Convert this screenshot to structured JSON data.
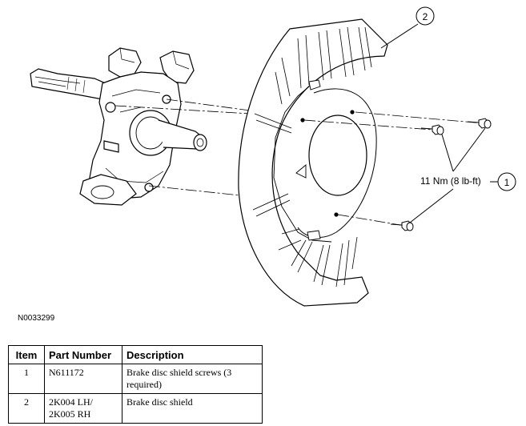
{
  "figure": {
    "id": "N0033299",
    "callouts": [
      {
        "number": "2"
      },
      {
        "number": "1",
        "label": "11 Nm (8 lb-ft)"
      }
    ]
  },
  "table": {
    "headers": [
      "Item",
      "Part Number",
      "Description"
    ],
    "rows": [
      {
        "item": "1",
        "part_number": "N611172",
        "description": "Brake disc shield screws (3 required)"
      },
      {
        "item": "2",
        "part_number": "2K004 LH/\n2K005 RH",
        "description": "Brake disc shield"
      }
    ]
  }
}
